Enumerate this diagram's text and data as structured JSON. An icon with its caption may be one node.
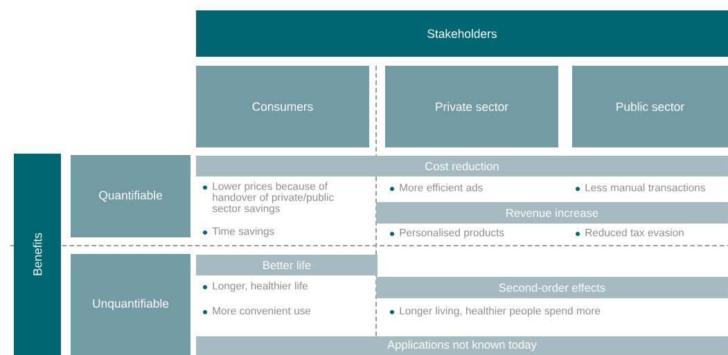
{
  "diagram": {
    "nodes": [
      {
        "text": [
          "Stakeholders"
        ]
      },
      {
        "text": [
          "Consumers"
        ]
      },
      {
        "text": [
          "Private sector"
        ]
      },
      {
        "text": [
          "Public sector"
        ]
      },
      {
        "text": [
          "Benefits"
        ]
      },
      {
        "text": [
          "Quantifiable"
        ]
      },
      {
        "text": [
          "Unquantifiable"
        ]
      },
      {
        "text": [
          "Cost reduction"
        ]
      },
      {
        "text": [
          "Revenue increase"
        ]
      },
      {
        "text": [
          "Better life"
        ]
      },
      {
        "text": [
          "Second-order effects"
        ]
      },
      {
        "text": [
          "Applications not known today"
        ]
      }
    ],
    "labels": [
      "Lower prices because of handover of private/public sector savings",
      "More efficient ads",
      "Less manual transactions",
      "Time savings",
      "Personalised products",
      "Reduced tax evasion",
      "Longer, healthier life",
      "More convenient use",
      "Longer living, healthier people spend more"
    ]
  }
}
